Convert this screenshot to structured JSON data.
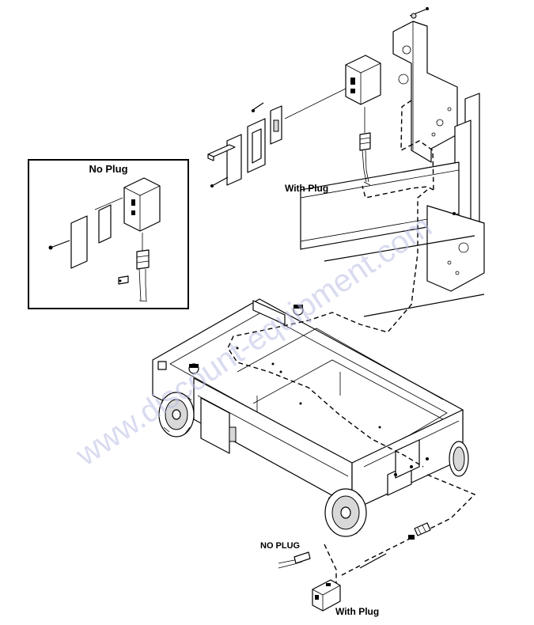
{
  "inset": {
    "title": "No Plug"
  },
  "callouts": {
    "with_plug_upper": "With Plug",
    "no_plug_lower": "NO PLUG",
    "with_plug_lower": "With Plug"
  },
  "watermark": {
    "text": "www.discount-equipment.com"
  }
}
